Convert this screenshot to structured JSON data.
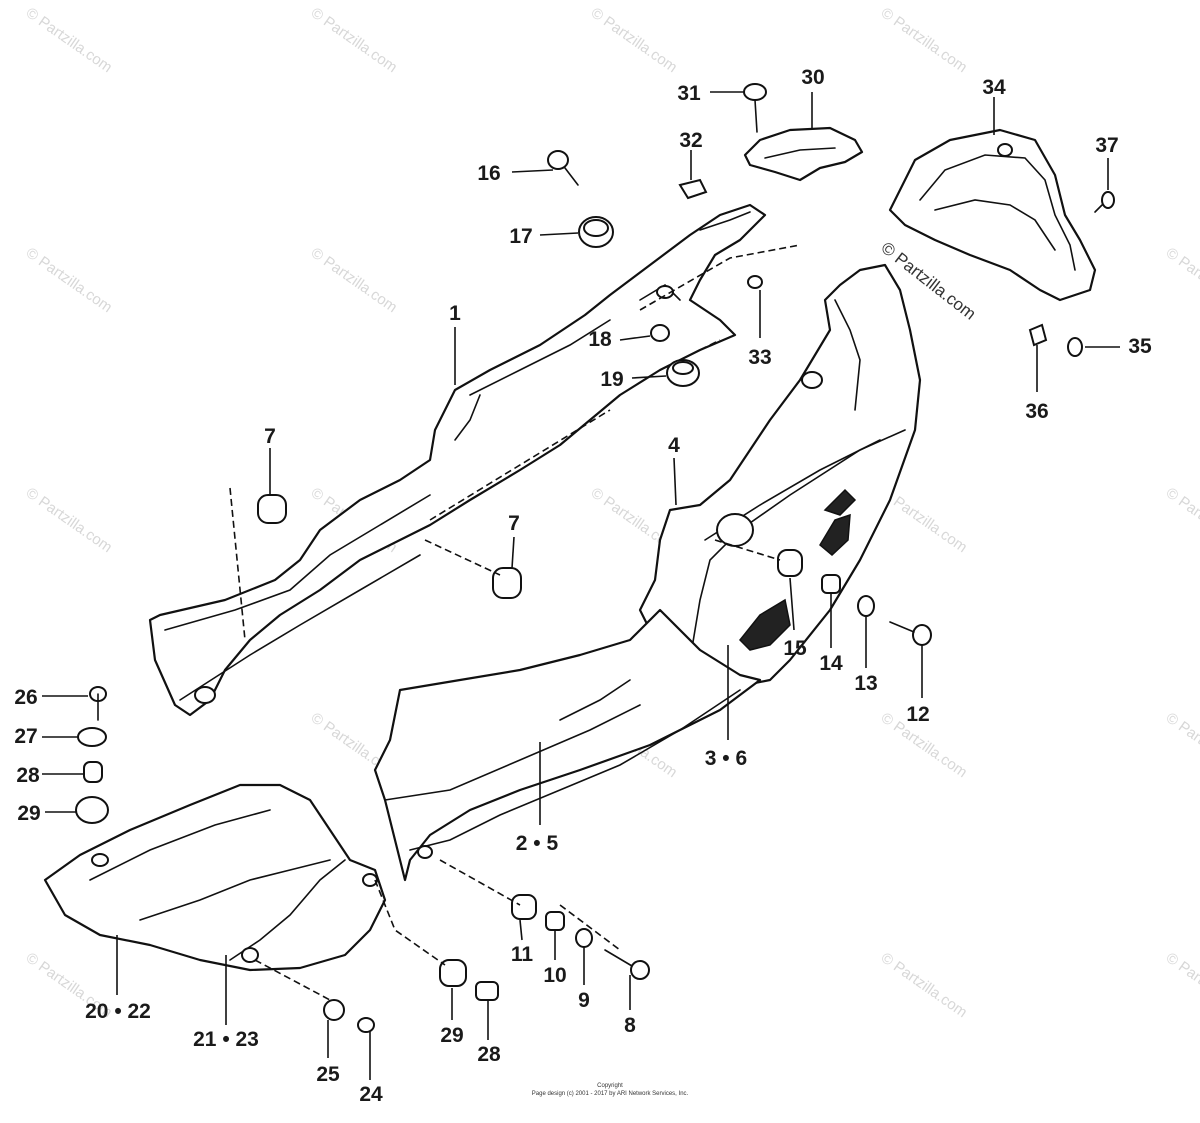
{
  "watermark": "© Partzilla.com",
  "callouts": {
    "c1": "1",
    "c2_5": "2 • 5",
    "c3_6": "3 • 6",
    "c4": "4",
    "c7a": "7",
    "c7b": "7",
    "c8": "8",
    "c9": "9",
    "c10": "10",
    "c11": "11",
    "c12": "12",
    "c13": "13",
    "c14": "14",
    "c15": "15",
    "c16": "16",
    "c17": "17",
    "c18": "18",
    "c19": "19",
    "c20_22": "20 • 22",
    "c21_23": "21 • 23",
    "c24": "24",
    "c25": "25",
    "c26": "26",
    "c27": "27",
    "c28a": "28",
    "c28b": "28",
    "c29a": "29",
    "c29b": "29",
    "c30": "30",
    "c31": "31",
    "c32": "32",
    "c33": "33",
    "c34": "34",
    "c35": "35",
    "c36": "36",
    "c37": "37"
  },
  "footer": {
    "line1": "Copyright",
    "line2": "Page design (c) 2001 - 2017 by ARI Network Services, Inc."
  }
}
